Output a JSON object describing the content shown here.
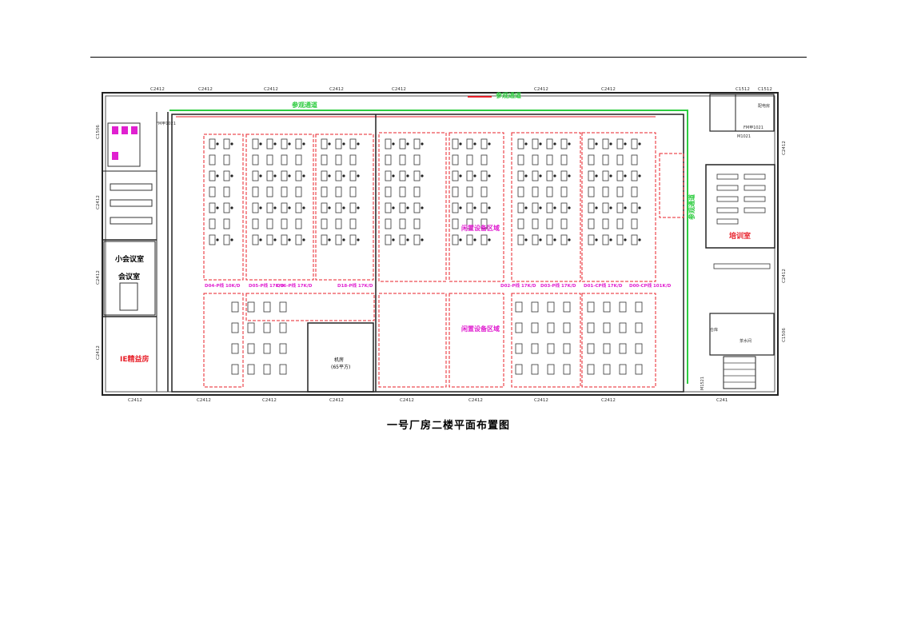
{
  "caption": "一号厂房二楼平面布置图",
  "window_label": "C2412",
  "door_label": "C1512",
  "colors": {
    "wall": "#222222",
    "route": "#2ecc40",
    "red_zone": "#e8202a",
    "magenta": "#e020d0",
    "workstation": "#333333",
    "room_label_red": "#e8202a"
  },
  "labels": {
    "visit_route_1": "参观通道",
    "visit_route_2": "参观通道",
    "visit_route_3": "参观通道",
    "small_meeting": "小会议室",
    "meeting": "会议室",
    "ie_room": "IE精益房",
    "training": "培训室",
    "machine_room": "机房",
    "machine_room_area": "(65平方)",
    "idle_zone_1": "闲置设备区域",
    "idle_zone_2": "闲置设备区域",
    "storage": "仓库",
    "distribution": "配电房",
    "pantry": "茶水间",
    "m_door_1": "FM甲1021",
    "m_door_2": "FM甲1021",
    "m_door_3": "M1021",
    "m_door_4": "M1521"
  },
  "line_labels": [
    "D04-P线 10K/D",
    "D05-P线 17K/D",
    "D06-P线 17K/D",
    "D18-P线 17K/D",
    "D02-P线 17K/D",
    "D03-P线 17K/D",
    "D01-CP线 17K/D",
    "D00-CP线 101K/D"
  ],
  "top_windows": [
    "C2412",
    "C2412",
    "C2412",
    "C2412",
    "C2412",
    "C2412",
    "C2412",
    "C1512",
    "C1512"
  ],
  "bottom_windows": [
    "C2412",
    "C2412",
    "C2412",
    "C2412",
    "C2412",
    "C2412",
    "C2412",
    "C2412",
    "C241"
  ],
  "left_windows": [
    "C1506",
    "C2412",
    "C2412",
    "C2412"
  ],
  "right_windows": [
    "C2412",
    "C2412",
    "C1506"
  ]
}
